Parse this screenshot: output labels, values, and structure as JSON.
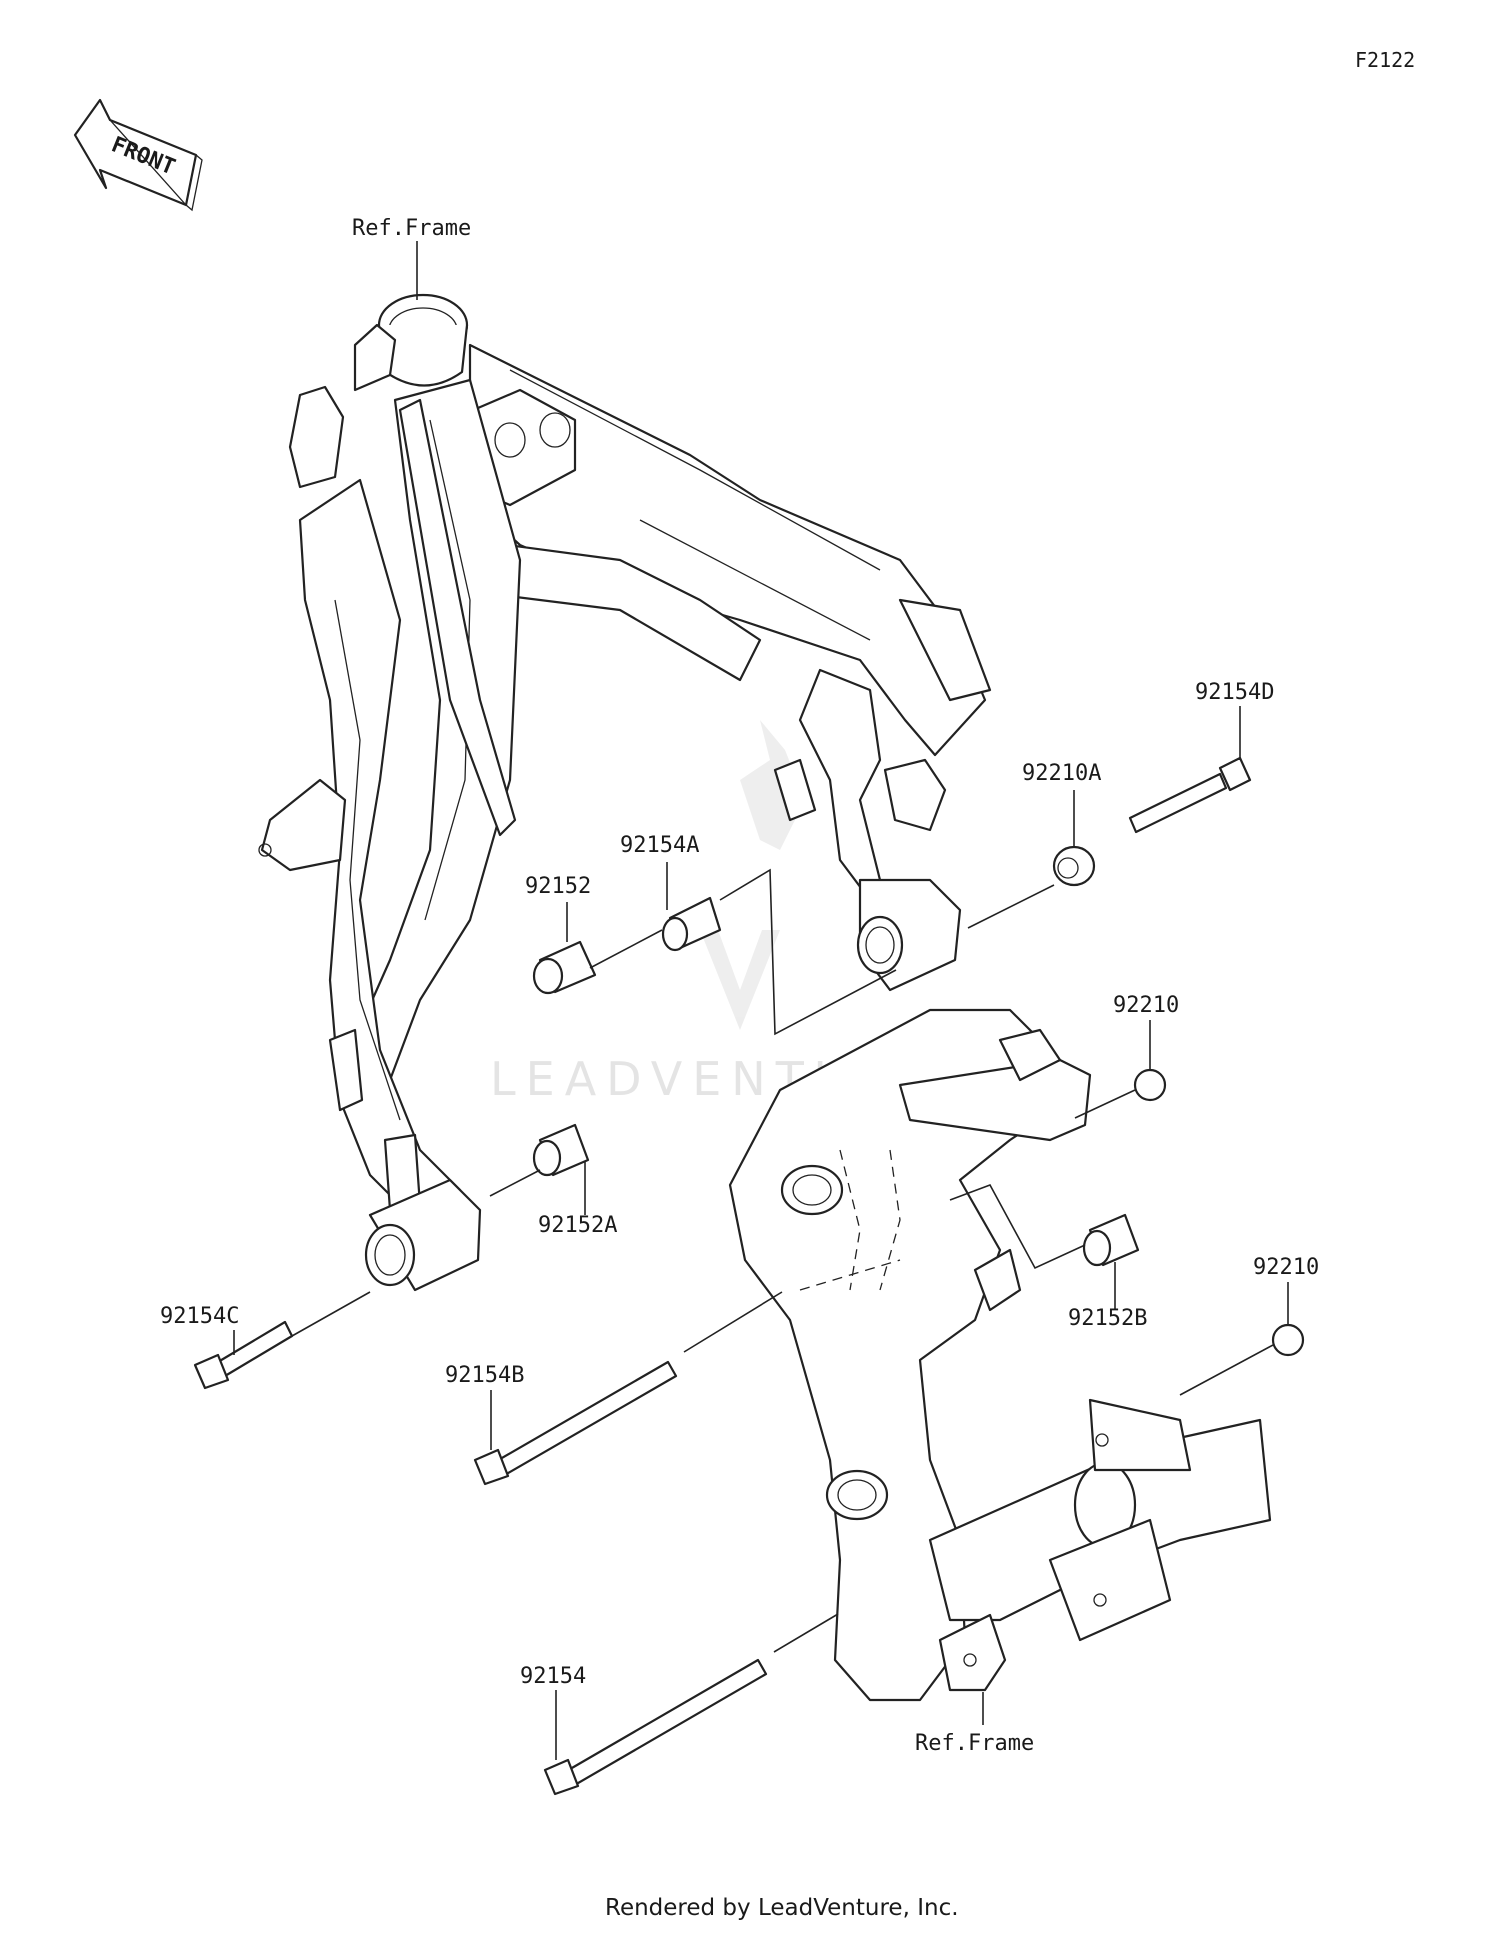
{
  "figure_code": "F2122",
  "front_arrow_label": "FRONT",
  "watermark": "LEADVENTURE",
  "ref_frame_top": "Ref.Frame",
  "ref_frame_bottom": "Ref.Frame",
  "footer": "Rendered by LeadVenture, Inc.",
  "parts": {
    "p92154D": "92154D",
    "p92210A": "92210A",
    "p92154A": "92154A",
    "p92152": "92152",
    "p92210_upper": "92210",
    "p92152A": "92152A",
    "p92154C": "92154C",
    "p92152B": "92152B",
    "p92210_lower": "92210",
    "p92154B": "92154B",
    "p92154": "92154"
  }
}
